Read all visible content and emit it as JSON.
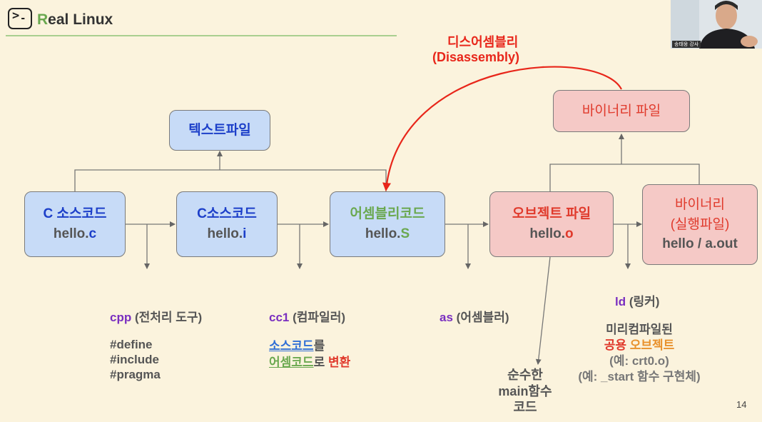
{
  "header": {
    "brand_first": "R",
    "brand_rest": "eal Linux",
    "logo_glyph": ">",
    "logo_dash": "-"
  },
  "webcam": {
    "caption": "송태웅 강사"
  },
  "disassembly": {
    "title_ko": "디스어셈블리",
    "title_en": "(Disassembly)"
  },
  "boxes": {
    "text_file": "텍스트파일",
    "c_source": {
      "title": "C 소스코드",
      "file_base": "hello.",
      "file_ext": "c"
    },
    "c_source_i": {
      "title": "C소스코드",
      "file_base": "hello.",
      "file_ext": "i"
    },
    "assembly": {
      "title": "어셈블리코드",
      "file_base": "hello.",
      "file_ext": "S"
    },
    "object": {
      "title": "오브젝트 파일",
      "file_base": "hello.",
      "file_ext": "o"
    },
    "binary_file": "바이너리 파일",
    "binary_exec": {
      "line1": "바이너리",
      "line2": "(실행파일)",
      "line3": "hello / a.out"
    }
  },
  "tools": {
    "cpp": {
      "name": "cpp",
      "desc": "(전처리 도구)"
    },
    "directives": [
      "#define",
      "#include",
      "#pragma"
    ],
    "cc1": {
      "name": "cc1",
      "desc": "(컴파일러)"
    },
    "cc1_note": {
      "part1": "소스코드",
      "part2": "를",
      "part3": "어셈코드",
      "part4": "로 ",
      "part5": "변환"
    },
    "as": {
      "name": "as",
      "desc": "(어셈블러)"
    },
    "ld": {
      "name": "ld",
      "desc": "(링커)"
    }
  },
  "notes": {
    "main_func": [
      "순수한",
      "main함수",
      "코드"
    ],
    "crt": {
      "line1": "미리컴파일된",
      "line2a": "공용 ",
      "line2b": "오브젝트",
      "line3": "(예: crt0.o)",
      "line4": "(예: _start 함수 구현체)"
    }
  },
  "page_number": "14",
  "colors": {
    "background": "#fbf3dd",
    "blue_box": "#c7dbf7",
    "pink_box": "#f5c9c6",
    "navy_text": "#1c3fc9",
    "green_text": "#6aa84f",
    "red_text": "#e03a2c",
    "purple_text": "#7a2fc0",
    "orange_text": "#e8912c",
    "accent_red_arrow": "#e8261a"
  }
}
